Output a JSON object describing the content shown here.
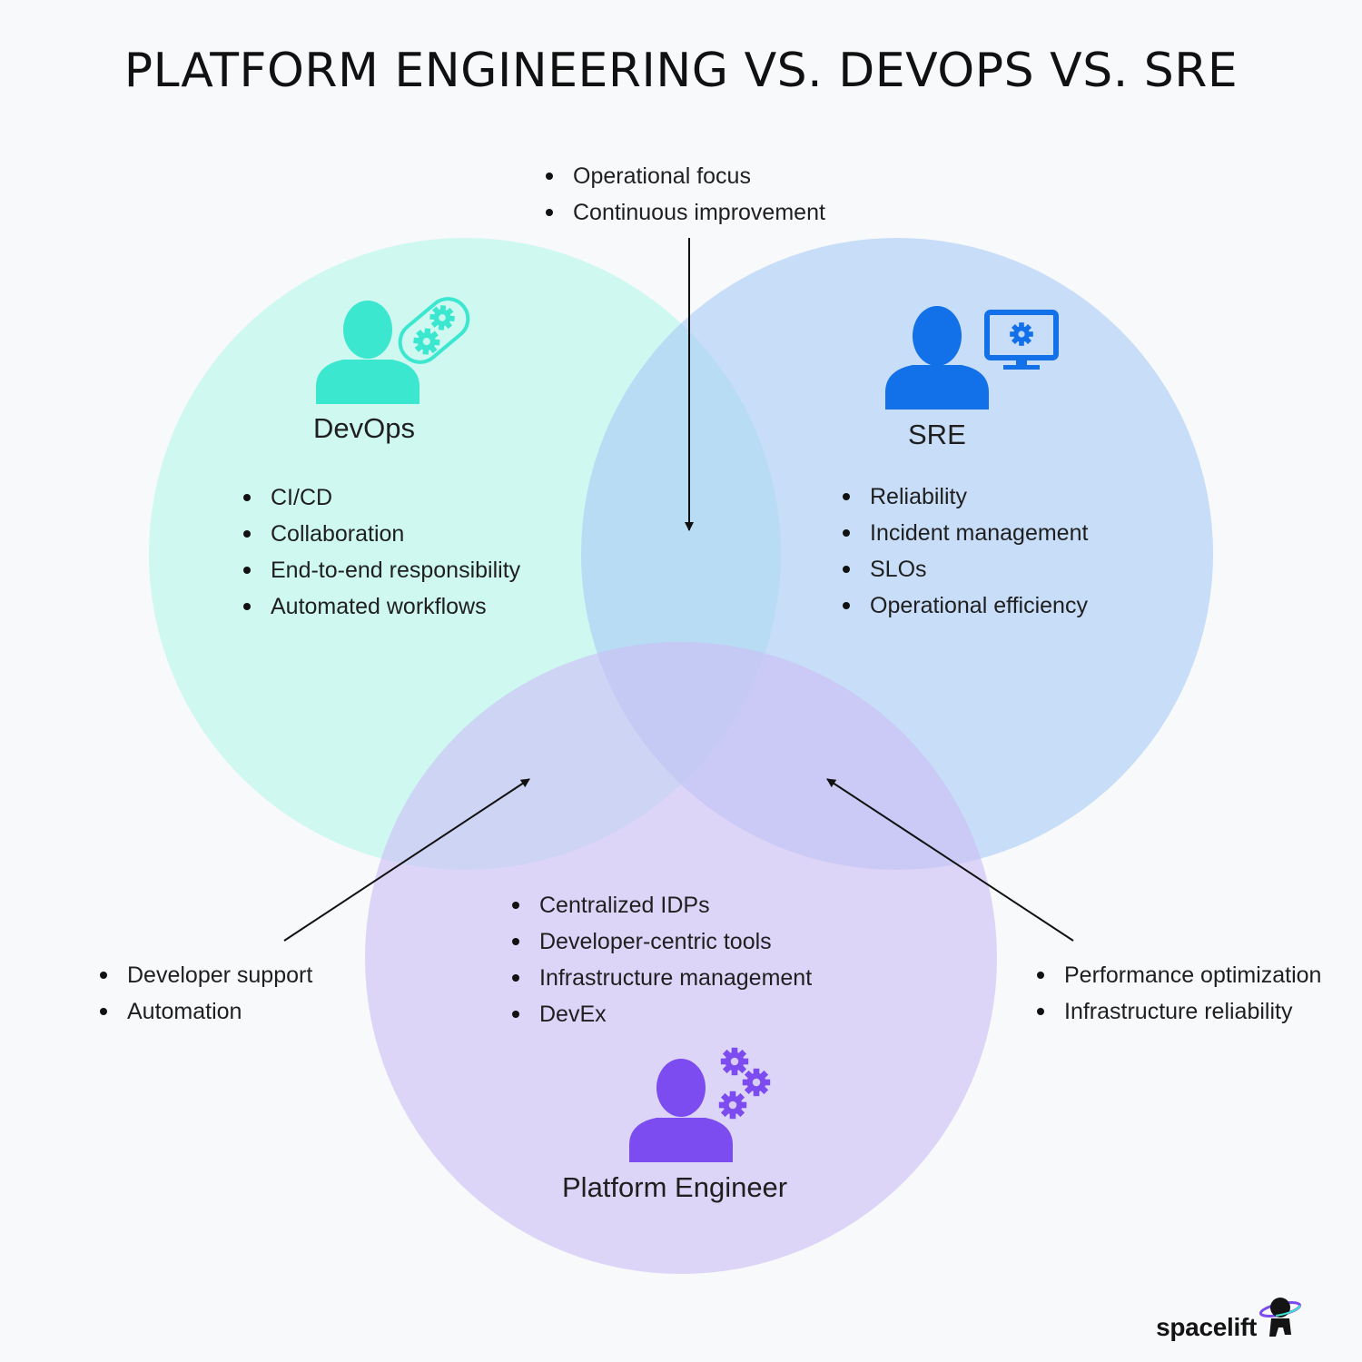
{
  "title": "PLATFORM ENGINEERING VS. DEVOPS VS. SRE",
  "colors": {
    "background": "#f8f9fb",
    "devops_circle": "#b7f7ea",
    "sre_circle": "#a9cbf6",
    "platform_circle": "#cdbff6",
    "devops_icon": "#3ce7d0",
    "sre_icon": "#1270e8",
    "platform_icon": "#7c4cf0",
    "arrow": "#111111"
  },
  "roles": {
    "devops": {
      "label": "DevOps",
      "icon": "person-with-gears-capsule-icon",
      "items": [
        "CI/CD",
        "Collaboration",
        "End-to-end responsibility",
        "Automated workflows"
      ]
    },
    "sre": {
      "label": "SRE",
      "icon": "person-with-monitor-gear-icon",
      "items": [
        "Reliability",
        "Incident management",
        "SLOs",
        "Operational efficiency"
      ]
    },
    "platform": {
      "label": "Platform Engineer",
      "icon": "person-with-gears-icon",
      "items": [
        "Centralized IDPs",
        "Developer-centric tools",
        "Infrastructure management",
        "DevEx"
      ]
    }
  },
  "overlaps": {
    "devops_sre": [
      "Operational focus",
      "Continuous improvement"
    ],
    "devops_platform": [
      "Developer support",
      "Automation"
    ],
    "sre_platform": [
      "Performance optimization",
      "Infrastructure reliability"
    ]
  },
  "logo": {
    "text": "spacelift",
    "icon": "astronaut-planet-icon"
  }
}
